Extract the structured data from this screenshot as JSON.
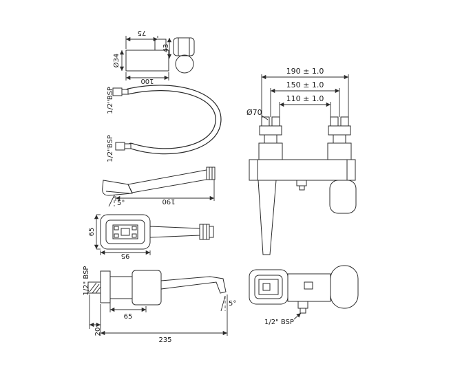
{
  "colors": {
    "ink": "#2b2b2b",
    "background": "#ffffff"
  },
  "drawing": {
    "bracket": {
      "width": "75",
      "height": "43",
      "diameter": "Ø34",
      "length": "100"
    },
    "hose": {
      "end_top": "1/2\"BSP",
      "end_bottom": "1/2\"BSP"
    },
    "handshower_side": {
      "length": "190",
      "angle": "5°"
    },
    "handshower_top": {
      "width": "65",
      "length": "95"
    },
    "mixer_front": {
      "dim_outer": "190 ± 1.0",
      "dim_centers": "150 ± 1.0",
      "dim_inner": "110 ± 1.0",
      "flange_diameter": "Ø70"
    },
    "mixer_top": {
      "outlet_thread": "1/2\" BSP"
    },
    "mixer_side": {
      "inlet_thread": "1/2\" BSP",
      "body_depth": "65",
      "wall_clearance": "20",
      "total_reach": "235",
      "spout_angle": "5°"
    }
  }
}
